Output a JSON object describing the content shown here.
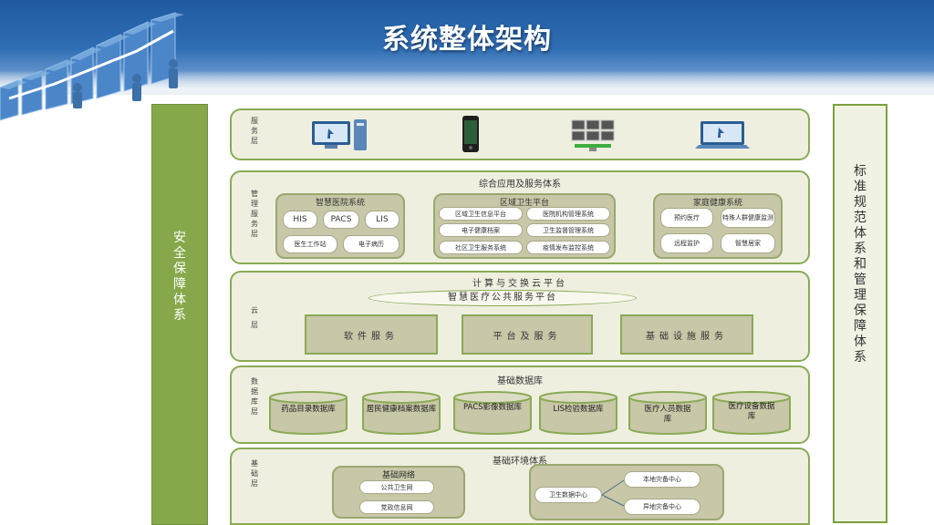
{
  "title": "系统整体架构",
  "colors": {
    "header": "#2f6db4",
    "green": "#86a84a",
    "layer_bg": "#efefe0",
    "group_bg": "#c8c7a8"
  },
  "side_left": {
    "chars": [
      "安",
      "全",
      "保",
      "障",
      "体",
      "系"
    ]
  },
  "side_right": {
    "chars": [
      "标",
      "准",
      "规",
      "范",
      "体",
      "系",
      "和",
      "管",
      "理",
      "保",
      "障",
      "体",
      "系"
    ]
  },
  "service_layer": {
    "label": [
      "服",
      "务",
      "层"
    ],
    "icons": [
      "desktop-computer-icon",
      "mobile-phone-icon",
      "video-wall-icon",
      "laptop-icon"
    ]
  },
  "management_layer": {
    "label": [
      "管",
      "理",
      "服",
      "务",
      "层"
    ],
    "title": "综合应用及服务体系",
    "hospital": {
      "title": "智慧医院系统",
      "items": [
        "HIS",
        "PACS",
        "LIS",
        "医生工作站",
        "电子病历"
      ]
    },
    "regional": {
      "title": "区域卫生平台",
      "items": [
        "区域卫生信息平台",
        "电子健康档案",
        "社区卫生服务系统",
        "医院机构管理系统",
        "卫生监督管理系统",
        "疫情发布监控系统"
      ]
    },
    "family": {
      "title": "家庭健康系统",
      "items": [
        "预约医疗",
        "特殊人群健康监测",
        "远程监护",
        "智慧居家"
      ]
    }
  },
  "cloud_layer": {
    "label": [
      "云",
      "层"
    ],
    "title": "计算与交换云平台",
    "platform": "智慧医疗公共服务平台",
    "services": [
      "软件服务",
      "平台及服务",
      "基础设施服务"
    ]
  },
  "data_layer": {
    "label": [
      "数",
      "据",
      "库",
      "层"
    ],
    "title": "基础数据库",
    "databases": [
      "药品目录数据库",
      "居民健康档案数据库",
      "PACS影像数据库",
      "LIS检验数据库",
      "医疗人员数据库",
      "医疗设备数据库"
    ]
  },
  "base_layer": {
    "label": [
      "基",
      "础",
      "层"
    ],
    "title": "基础环境体系",
    "network": {
      "title": "基础网络",
      "items": [
        "公共卫生网",
        "党政信息网"
      ]
    },
    "datacenter": {
      "main": "卫生数据中心",
      "backups": [
        "本地灾备中心",
        "异地灾备中心"
      ]
    }
  }
}
